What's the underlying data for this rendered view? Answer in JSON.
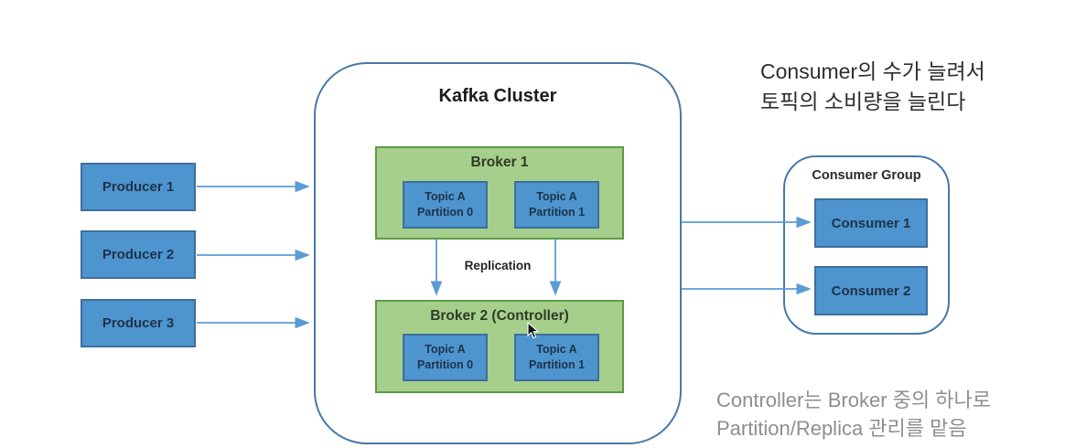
{
  "producers": [
    {
      "label": "Producer 1"
    },
    {
      "label": "Producer 2"
    },
    {
      "label": "Producer 3"
    }
  ],
  "cluster": {
    "title": "Kafka Cluster",
    "replication_label": "Replication",
    "brokers": [
      {
        "title": "Broker 1",
        "partitions": [
          {
            "line1": "Topic A",
            "line2": "Partition 0"
          },
          {
            "line1": "Topic A",
            "line2": "Partition 1"
          }
        ]
      },
      {
        "title": "Broker 2 (Controller)",
        "partitions": [
          {
            "line1": "Topic A",
            "line2": "Partition 0"
          },
          {
            "line1": "Topic A",
            "line2": "Partition 1"
          }
        ]
      }
    ]
  },
  "consumer_group": {
    "title": "Consumer Group",
    "consumers": [
      {
        "label": "Consumer 1"
      },
      {
        "label": "Consumer 2"
      }
    ]
  },
  "annotations": {
    "top_right": {
      "line1": "Consumer의 수가 늘려서",
      "line2": "토픽의 소비량을 늘린다"
    },
    "bottom_right": {
      "line1": "Controller는 Broker 중의 하나로",
      "line2": "Partition/Replica 관리를 맡음"
    }
  },
  "icons": {
    "cursor": "mouse-pointer-icon"
  },
  "colors": {
    "node_blue": "#4e94cf",
    "node_blue_border": "#3d6e9e",
    "broker_green": "#a6cf8c",
    "broker_green_border": "#5d9a43",
    "cluster_outline": "#4878a8",
    "arrow_blue": "#5b9bd5",
    "node_text": "#1d3349",
    "annotation_dark": "#2e2e2e",
    "annotation_gray": "#8e8e8e"
  }
}
